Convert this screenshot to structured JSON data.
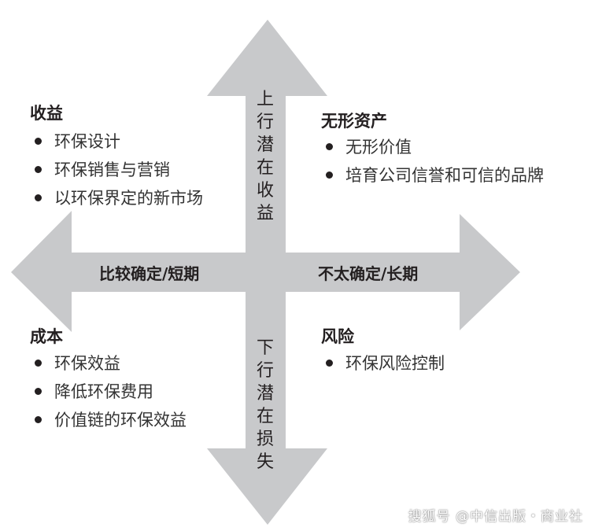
{
  "colors": {
    "arrow": "#c8c9cb",
    "text": "#231f20"
  },
  "axes": {
    "up": "上行潜在收益",
    "down": "下行潜在损失",
    "left": "比较确定/短期",
    "right": "不太确定/长期"
  },
  "quadrants": {
    "top_left": {
      "title": "收益",
      "items": [
        "环保设计",
        "环保销售与营销",
        "以环保界定的新市场"
      ]
    },
    "top_right": {
      "title": "无形资产",
      "items": [
        "无形价值",
        "培育公司信誉和可信的品牌"
      ]
    },
    "bottom_left": {
      "title": "成本",
      "items": [
        "环保效益",
        "降低环保费用",
        "价值链的环保效益"
      ]
    },
    "bottom_right": {
      "title": "风险",
      "items": [
        "环保风险控制"
      ]
    }
  },
  "watermark": "搜狐号 @中信出版・商业社"
}
